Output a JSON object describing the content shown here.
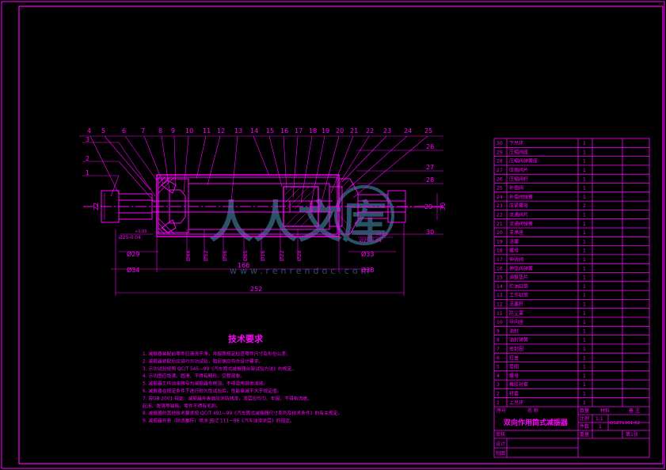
{
  "colors": {
    "bg": "#000000",
    "line": "#ff00ff",
    "dim": "#ff44ff",
    "watermark": "#3a6f8a"
  },
  "callouts_top": [
    "4",
    "5",
    "6",
    "7",
    "8",
    "9",
    "10",
    "11",
    "12",
    "13",
    "14",
    "15",
    "16",
    "17",
    "18",
    "19",
    "20",
    "21",
    "22",
    "23",
    "24",
    "25"
  ],
  "callouts_left": [
    "3",
    "2",
    "1"
  ],
  "callouts_right": [
    "26",
    "27",
    "28",
    "29",
    "30"
  ],
  "dims": {
    "d_left_shaft": "22",
    "d_right_shaft": "30",
    "dia_29": "Ø29",
    "dia_34": "Ø34",
    "dia_33": "Ø33",
    "dia_38": "Ø38",
    "thread_left": "Ø25-0.04",
    "thread_right": "Ø25-0.04",
    "tol_left": "+0.03",
    "tol_right": "+0.03",
    "len_166": "166",
    "len_252": "252",
    "vert_dims": [
      "Ø44",
      "Ø52",
      "Ø56",
      "Ø85",
      "Ø16",
      "Ø22",
      "Ø28"
    ]
  },
  "watermark": {
    "brand": "人人文库",
    "url": "www.renrendoc.com"
  },
  "tech": {
    "title": "技术要求",
    "items": [
      "1. 减振器装配前零件应清洗干净，并按照规定检查零件尺寸及形位公差。",
      "2. 减振器装配后应进行示功试验，阻尼值应符合设计要求。",
      "3. 示功试验按照 QC/T 545—99《汽车筒式减振器台架试验方法》的规定。",
      "4. 示功图应饱满、圆滑、不得有畸形、空程现象。",
      "5. 减振器工作油液牌号为减振器专用油，不得混用其他油液。",
      "6. 减振器在规定条件下进行耐久性试验后，性能衰减不大于规定值。",
      "7. 按GB 2001 规定：减振器外表面应涂防锈漆，漆层应均匀、牢固，不得有流痕、",
      "   起泡、脱落等缺陷，零件不得有毛刺。",
      "8. 减振器的其他技术要求按 QC/T 491—99《汽车筒式减振器尺寸系列及技术条件》的有关规定。",
      "9. 减振器外表（除活塞杆）喷涂 JB/Z 111—86《汽车油漆涂层》的规定。"
    ]
  },
  "bom": {
    "rows": [
      {
        "no": "30",
        "name": "下吊环",
        "qty": "1"
      },
      {
        "no": "29",
        "name": "压缩阀座",
        "qty": "1"
      },
      {
        "no": "28",
        "name": "压缩阀弹簧座",
        "qty": "1"
      },
      {
        "no": "27",
        "name": "压缩阀片",
        "qty": "1"
      },
      {
        "no": "26",
        "name": "压缩阀杆",
        "qty": "1"
      },
      {
        "no": "25",
        "name": "补偿阀",
        "qty": "1"
      },
      {
        "no": "24",
        "name": "补偿阀弹簧",
        "qty": "1"
      },
      {
        "no": "23",
        "name": "压紧螺母",
        "qty": "2"
      },
      {
        "no": "22",
        "name": "流通阀片",
        "qty": "1"
      },
      {
        "no": "21",
        "name": "流通阀弹簧",
        "qty": "1"
      },
      {
        "no": "20",
        "name": "支承座",
        "qty": "1"
      },
      {
        "no": "19",
        "name": "活塞",
        "qty": "1"
      },
      {
        "no": "18",
        "name": "螺母",
        "qty": "1"
      },
      {
        "no": "17",
        "name": "伸张阀",
        "qty": "1"
      },
      {
        "no": "16",
        "name": "伸张阀弹簧",
        "qty": "1"
      },
      {
        "no": "15",
        "name": "调整垫片",
        "qty": "1"
      },
      {
        "no": "14",
        "name": "贮油缸筒",
        "qty": "1"
      },
      {
        "no": "13",
        "name": "工作缸筒",
        "qty": "1"
      },
      {
        "no": "12",
        "name": "活塞杆",
        "qty": "1"
      },
      {
        "no": "11",
        "name": "防尘罩",
        "qty": "1"
      },
      {
        "no": "10",
        "name": "导向座",
        "qty": "1"
      },
      {
        "no": "9",
        "name": "油封",
        "qty": "1"
      },
      {
        "no": "8",
        "name": "油封弹簧",
        "qty": "1"
      },
      {
        "no": "7",
        "name": "密封圈",
        "qty": "1"
      },
      {
        "no": "6",
        "name": "缸盖",
        "qty": "1"
      },
      {
        "no": "5",
        "name": "垫圈",
        "qty": "1"
      },
      {
        "no": "4",
        "name": "螺母",
        "qty": "1"
      },
      {
        "no": "3",
        "name": "橡胶衬套",
        "qty": "1"
      },
      {
        "no": "2",
        "name": "衬套",
        "qty": "1"
      },
      {
        "no": "1",
        "name": "上吊环",
        "qty": "1"
      }
    ],
    "header": {
      "no": "序号",
      "name": "名 称",
      "qty": "数量",
      "material": "材料",
      "remark": "备 注"
    },
    "title": "双向作用筒式减振器",
    "scale_label": "比例",
    "scale_value": "1:1",
    "qty_label": "件数",
    "qty_value": "1",
    "weight_label": "重量",
    "drawing_no": "QSZ71301-02",
    "sheet_info": "第1张",
    "design_label": "设计",
    "draw_label": "制图",
    "check_label": "审核"
  }
}
